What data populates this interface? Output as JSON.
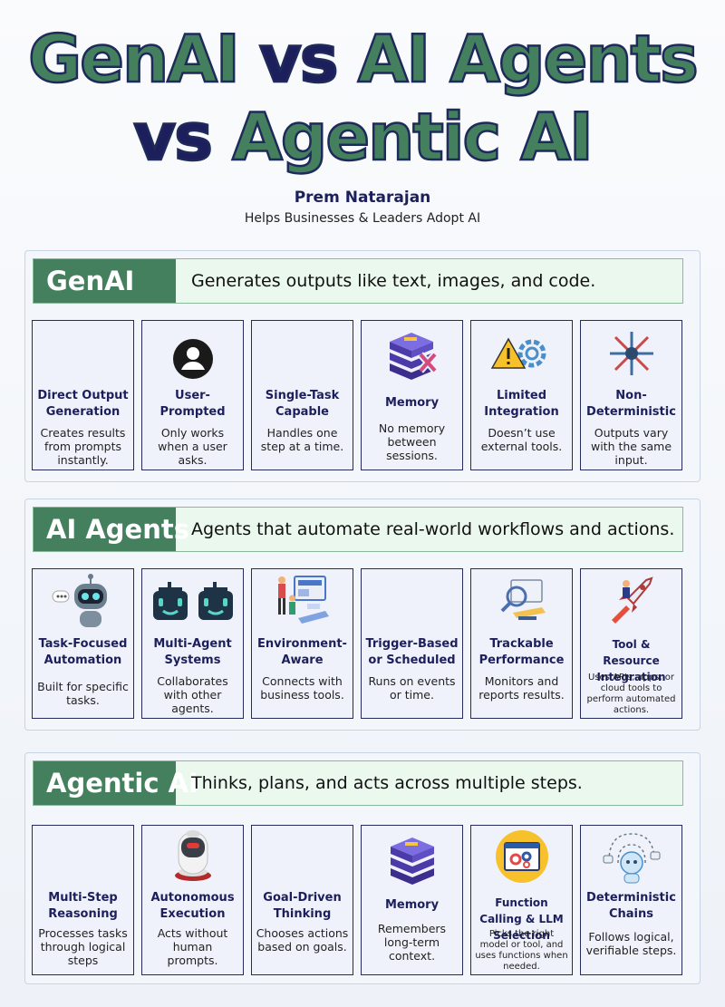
{
  "title": {
    "line1": [
      {
        "text": "GenAI ",
        "color": "green"
      },
      {
        "text": "vs ",
        "color": "navy"
      },
      {
        "text": "AI Agents",
        "color": "green"
      }
    ],
    "line2": [
      {
        "text": "vs ",
        "color": "navy"
      },
      {
        "text": "Agentic AI",
        "color": "green"
      }
    ]
  },
  "author": {
    "name": "Prem Natarajan",
    "tagline": "Helps Businesses & Leaders Adopt AI"
  },
  "colors": {
    "green": "#44805e",
    "navy": "#1c1f5c",
    "header_bg": "#eaf8ee",
    "card_bg": "#f0f2fb"
  },
  "sections": [
    {
      "label": "GenAI",
      "description": "Generates outputs like text, images, and code.",
      "cards": [
        {
          "icon": "none",
          "title": "Direct Output Generation",
          "desc": "Creates results from prompts instantly."
        },
        {
          "icon": "user-icon",
          "title": "User-Prompted",
          "desc": "Only works when a user asks."
        },
        {
          "icon": "none",
          "title": "Single-Task Capable",
          "desc": "Handles one step at a time."
        },
        {
          "icon": "memory-x-icon",
          "title": "Memory",
          "desc": "No memory between sessions."
        },
        {
          "icon": "warning-gear-icon",
          "title": "Limited Integration",
          "desc": "Doesn’t use external tools."
        },
        {
          "icon": "arrows-out-icon",
          "title": "Non-Deterministic",
          "desc": "Outputs vary with the same input."
        }
      ]
    },
    {
      "label": "AI Agents",
      "description": "Agents that automate real-world workflows and actions.",
      "cards": [
        {
          "icon": "robot-icon",
          "title": "Task-Focused Automation",
          "desc": "Built for specific tasks."
        },
        {
          "icon": "multi-robot-icon",
          "title": "Multi-Agent Systems",
          "desc": "Collaborates with other agents."
        },
        {
          "icon": "environment-icon",
          "title": "Environment-Aware",
          "desc": "Connects with business tools."
        },
        {
          "icon": "none",
          "title": "Trigger-Based or Scheduled",
          "desc": "Runs on events or time."
        },
        {
          "icon": "performance-icon",
          "title": "Trackable Performance",
          "desc": "Monitors and reports results."
        },
        {
          "icon": "rocket-icon",
          "title": "Tool & Resource Integration",
          "desc": "Uses APIs, apps, or cloud tools to perform automated actions."
        }
      ]
    },
    {
      "label": "Agentic AI",
      "description": "Thinks, plans, and acts across multiple steps.",
      "cards": [
        {
          "icon": "none",
          "title": "Multi-Step Reasoning",
          "desc": "Processes tasks through logical steps"
        },
        {
          "icon": "autonomous-robot-icon",
          "title": "Autonomous Execution",
          "desc": "Acts without human prompts."
        },
        {
          "icon": "none",
          "title": "Goal-Driven Thinking",
          "desc": "Chooses actions based on goals."
        },
        {
          "icon": "memory-icon",
          "title": "Memory",
          "desc": "Remembers long-term context."
        },
        {
          "icon": "function-window-icon",
          "title": "Function Calling & LLM Selection",
          "desc": "Picks the right model or tool, and uses functions when needed."
        },
        {
          "icon": "deterministic-chain-icon",
          "title": "Deterministic Chains",
          "desc": "Follows logical, verifiable steps."
        }
      ]
    }
  ]
}
